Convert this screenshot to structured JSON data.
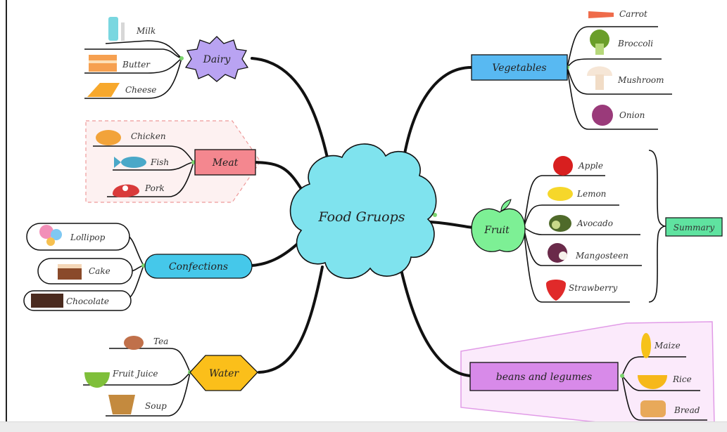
{
  "center": {
    "title": "Food Gruops"
  },
  "branches": {
    "dairy": {
      "label": "Dairy",
      "items": [
        "Milk",
        "Butter",
        "Cheese"
      ]
    },
    "meat": {
      "label": "Meat",
      "items": [
        "Chicken",
        "Fish",
        "Pork"
      ]
    },
    "confections": {
      "label": "Confections",
      "items": [
        "Lollipop",
        "Cake",
        "Chocolate"
      ]
    },
    "water": {
      "label": "Water",
      "items": [
        "Tea",
        "Fruit Juice",
        "Soup"
      ]
    },
    "vegetables": {
      "label": "Vegetables",
      "items": [
        "Carrot",
        "Broccoli",
        "Mushroom",
        "Onion"
      ]
    },
    "fruit": {
      "label": "Fruit",
      "items": [
        "Apple",
        "Lemon",
        "Avocado",
        "Mangosteen",
        "Strawberry"
      ],
      "summary": "Summary"
    },
    "beans": {
      "label": "beans and legumes",
      "items": [
        "Maize",
        "Rice",
        "Bread"
      ]
    }
  },
  "colors": {
    "center": "#7fe3ee",
    "dairy": "#b9a3f2",
    "meat": "#f4878f",
    "confections": "#45c8ea",
    "water": "#fbbf1a",
    "vegetables": "#58b9f2",
    "fruit": "#7df095",
    "summary": "#5fe3a0",
    "beans": "#d88ae9"
  }
}
